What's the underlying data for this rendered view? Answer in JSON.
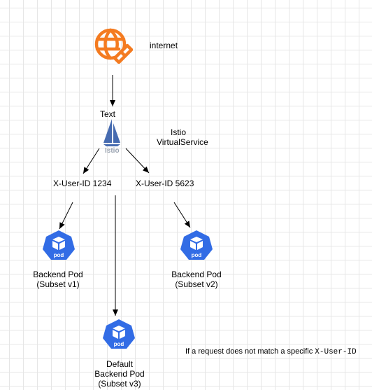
{
  "nodes": {
    "internet": {
      "label": "internet",
      "icon": "globe-icon",
      "color": "#F47B20"
    },
    "text_label": "Text",
    "istio": {
      "logo_text": "Istio",
      "label_line1": "Istio",
      "label_line2": "VirtualService"
    },
    "route_1": "X-User-ID 1234",
    "route_2": "X-User-ID 5623",
    "pod_v1": {
      "line1": "Backend Pod",
      "line2": "(Subset v1)",
      "icon_text": "pod"
    },
    "pod_v2": {
      "line1": "Backend Pod",
      "line2": "(Subset v2)",
      "icon_text": "pod"
    },
    "pod_v3": {
      "line1": "Default",
      "line2": "Backend Pod",
      "line3": "(Subset v3)",
      "icon_text": "pod"
    }
  },
  "note": {
    "prefix": "If a request does not match a specific ",
    "code": "X-User-ID"
  },
  "colors": {
    "kubernetes_blue": "#326CE5",
    "istio_navy": "#466BB0",
    "orange": "#F47B20"
  }
}
